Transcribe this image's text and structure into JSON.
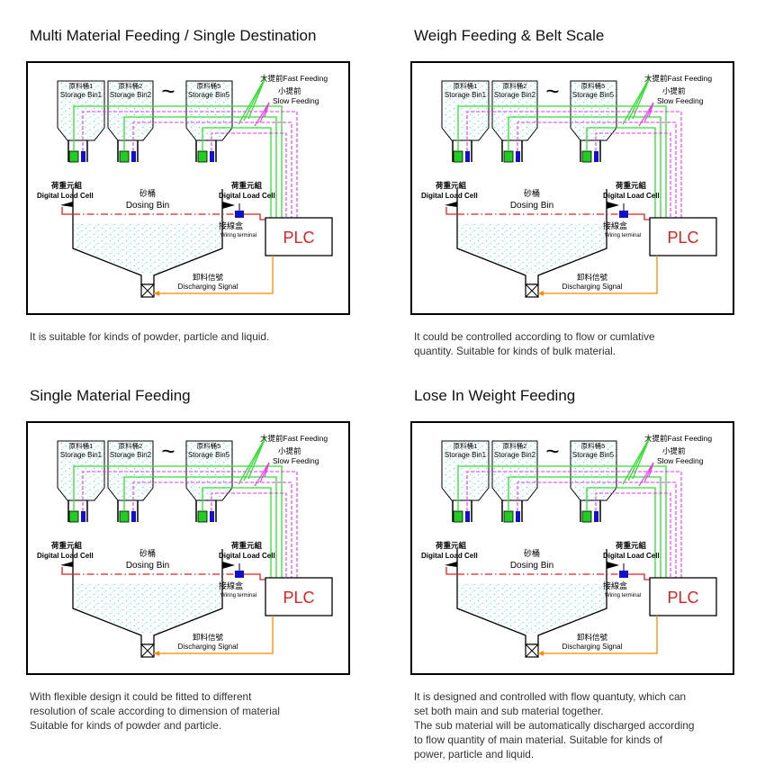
{
  "panels": [
    {
      "title": "Multi Material Feeding / Single Destination",
      "description": [
        "It is suitable for kinds of powder, particle and liquid."
      ]
    },
    {
      "title": "Weigh Feeding & Belt Scale",
      "description": [
        "It could be controlled according to flow or cumlative",
        "quantity. Suitable for kinds of bulk material."
      ]
    },
    {
      "title": "Single Material Feeding",
      "description": [
        "With flexible design it could be fitted to different",
        "resolution of scale according to dimension of material",
        "Suitable for kinds of powder and particle."
      ]
    },
    {
      "title": "Lose In Weight Feeding",
      "description": [
        "It is designed and controlled with flow quantuty, which can",
        "set both main and sub material together.",
        "The sub material will be automatically discharged according",
        "to flow quantity of main material. Suitable for kinds of",
        "power, particle and liquid."
      ]
    }
  ],
  "diagram": {
    "bins": [
      {
        "zh": "原料桶1",
        "en": "Storage Bin1"
      },
      {
        "zh": "原料桶2",
        "en": "Storage Bin2"
      },
      {
        "zh": "原料桶5",
        "en": "Storage Bin5"
      }
    ],
    "tilde": "~",
    "fast_zh": "大提前",
    "fast_en": "Fast Feeding",
    "slow_zh": "小提前",
    "slow_en": "Slow Feeding",
    "loadcell_zh": "荷重元組",
    "loadcell_en": "Digital Load Cell",
    "dosing_zh": "砂桶",
    "dosing_en": "Dosing Bin",
    "wiring_zh": "接線盒",
    "wiring_en": "Wiring terminal",
    "plc": "PLC",
    "discharge_zh": "卸料信號",
    "discharge_en": "Discharging Signal",
    "colors": {
      "fast": "#33dd33",
      "slow": "#ee33ee",
      "signal": "#dd2222",
      "discharge": "#ff8800",
      "terminal": "#1111cc",
      "dots": "#66dddd"
    }
  }
}
